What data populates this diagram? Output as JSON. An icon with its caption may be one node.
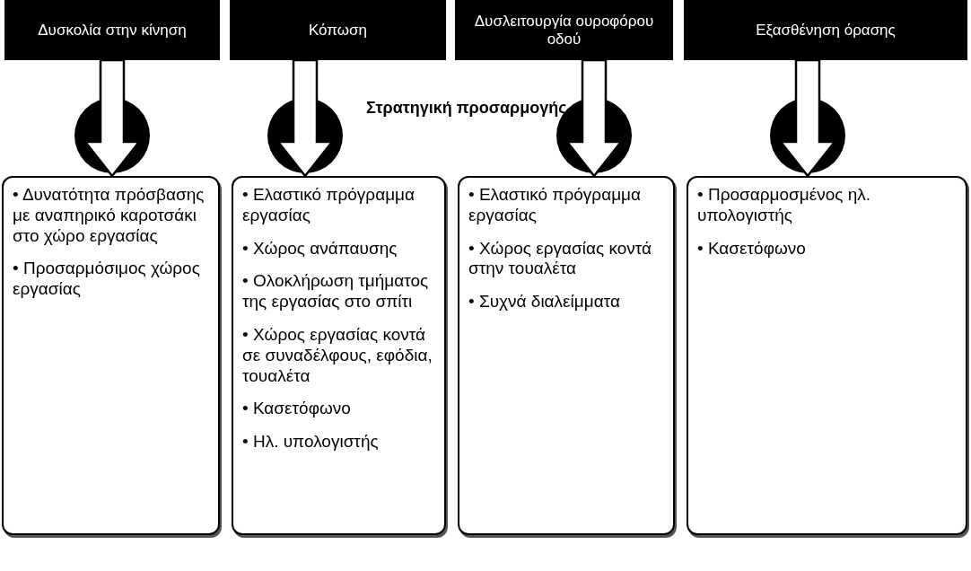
{
  "diagram": {
    "nodes": [
      {
        "text": [
          "Δυσκολία στην κίνηση"
        ]
      },
      {
        "text": [
          "Κόπωση"
        ]
      },
      {
        "text": [
          "Δυσλειτουργία ουροφόρου οδού"
        ]
      },
      {
        "text": [
          "Εξασθένηση όρασης"
        ]
      },
      {
        "text": [
          "• Δυνατότητα πρόσβασης με αναπηρικό καροτσάκι στο χώρο εργασίας",
          "• Προσαρμόσιμος χώρος εργασίας"
        ]
      },
      {
        "text": [
          "• Ελαστικό πρόγραμμα εργασίας",
          "• Χώρος ανάπαυσης",
          "• Ολοκλήρωση τμήματος της εργασίας στο σπίτι",
          "• Χώρος εργασίας κοντά σε συναδέλφους, εφόδια, τουαλέτα",
          "• Κασετόφωνο",
          "• Ηλ. υπολογιστής"
        ]
      },
      {
        "text": [
          "• Ελαστικό πρόγραμμα εργασίας",
          "• Χώρος εργασίας κοντά στην τουαλέτα",
          "• Συχνά διαλείμματα"
        ]
      },
      {
        "text": [
          "• Προσαρμοσμένος ηλ. υπολογιστής",
          "• Κασετόφωνο"
        ]
      }
    ],
    "edges": [
      {
        "from": 0,
        "to": 4,
        "arrow": "to"
      },
      {
        "from": 1,
        "to": 5,
        "arrow": "to"
      },
      {
        "from": 2,
        "to": 6,
        "arrow": "to"
      },
      {
        "from": 3,
        "to": 7,
        "arrow": "to"
      }
    ],
    "labels": [
      "Στρατηγική προσαρμογής"
    ]
  }
}
